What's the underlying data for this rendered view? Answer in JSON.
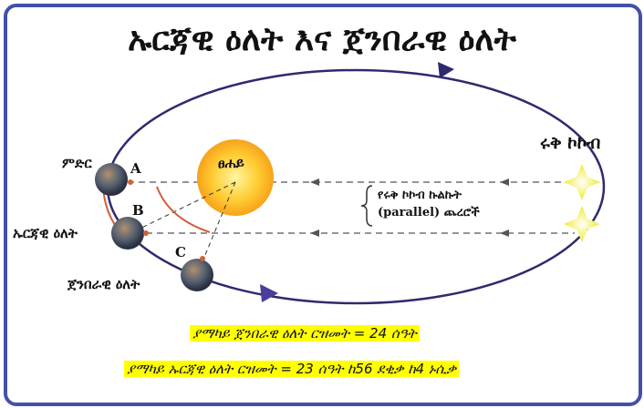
{
  "title": "ኡርጃዊ ዕለት እና ጀንበራዊ ዕለት",
  "labels": {
    "earth": "ምድር",
    "sun": "ፀሐይ",
    "distant_star": "ሩቅ ኮኮብ",
    "parallel_rays_line1": "የሩቅ ኮኮብ ኩልኩት",
    "parallel_rays_line2": "(parallel) ጨረሮች",
    "sidereal_day": "ኡርጃዊ ዕለት",
    "solar_day": "ጀንበራዊ ዕለት",
    "point_a": "A",
    "point_b": "B",
    "point_c": "C"
  },
  "notes": {
    "solar_day_length": "ያማካይ ጀንበራዊ ዕለት ርዝመት = 24 ሰዓት",
    "sidereal_day_length": "ያማካይ ኡርጃዊ ዕለት ርዝመት = 23 ሰዓት ከ56 ደቂቃ ከ4 ኑሲቃ"
  },
  "colors": {
    "frame": "#4450a8",
    "orbit": "#2e2a6e",
    "highlight": "#ffff00",
    "arrow": "#d0603a"
  }
}
